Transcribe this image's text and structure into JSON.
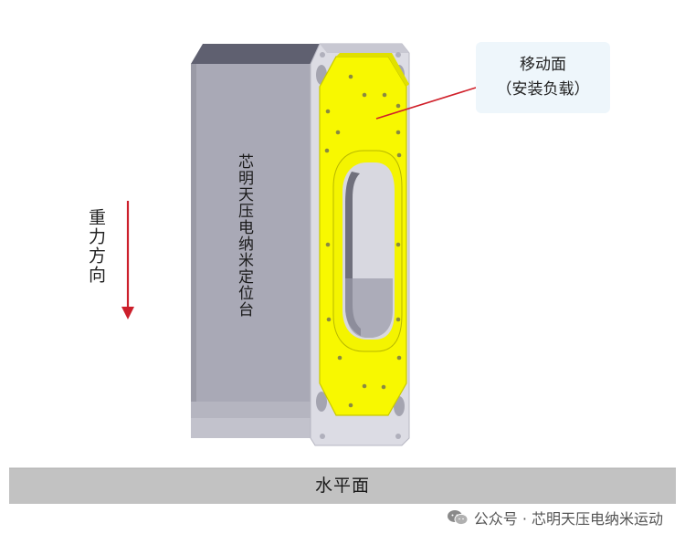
{
  "stage": {
    "label": "芯明天压电纳米定位台"
  },
  "callout": {
    "line1": "移动面",
    "line2": "（安装负载）"
  },
  "gravity": {
    "label": "重力方向"
  },
  "ground": {
    "label": "水平面"
  },
  "watermark": {
    "text": "公众号 · 芯明天压电纳米运动",
    "icon": "wechat-icon"
  },
  "colors": {
    "moving_surface": "#ffff00",
    "stage_body": "#a8a8b4",
    "stage_top": "#6a6a78",
    "gravity_arrow": "#cc1f2b",
    "callout_line": "#d0202a",
    "ground": "#c2c2c2"
  }
}
